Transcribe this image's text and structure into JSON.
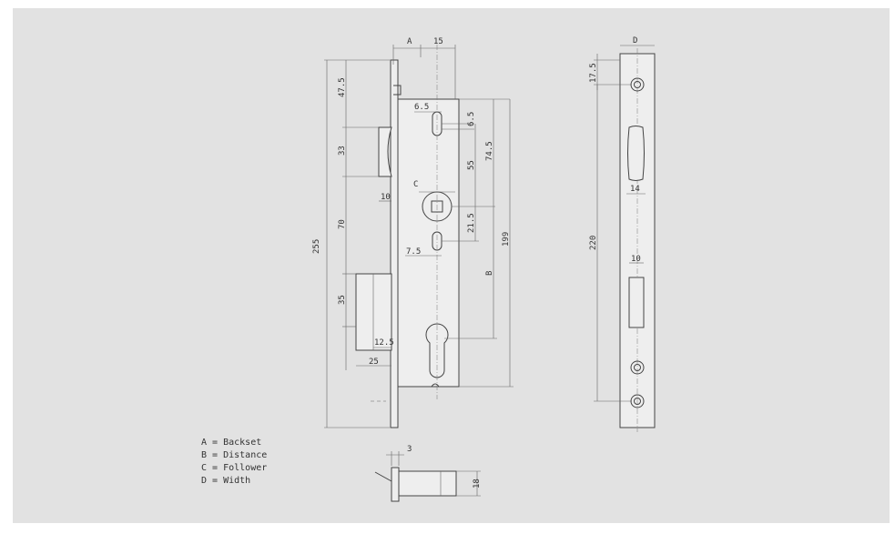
{
  "legend": [
    {
      "key": "A",
      "text": "Backset"
    },
    {
      "key": "B",
      "text": "Distance"
    },
    {
      "key": "C",
      "text": "Follower"
    },
    {
      "key": "D",
      "text": "Width"
    }
  ],
  "dimensions": {
    "front": {
      "backset": "A",
      "plate_offset": "15",
      "total_height": "255",
      "top_to_latch": "47.5",
      "latch_height": "33",
      "latch_to_deadbolt": "70",
      "deadbolt_height": "35",
      "latch_projection": "10",
      "deadbolt_projection": "12.5",
      "deadbolt_depth": "25",
      "slot_width": "6.5",
      "slot_offset": "6.5",
      "follower_label": "C",
      "slot_to_follower": "55",
      "follower_to_bottom_slot": "21.5",
      "upper_span": "74.5",
      "bottom_slot_width": "7.5",
      "distance": "B",
      "overall": "199"
    },
    "side": {
      "width": "D",
      "top_hole": "17.5",
      "latch_width": "14",
      "deadbolt_width": "10",
      "hole_spacing": "220"
    },
    "bottom": {
      "lip": "3",
      "height": "18"
    }
  }
}
